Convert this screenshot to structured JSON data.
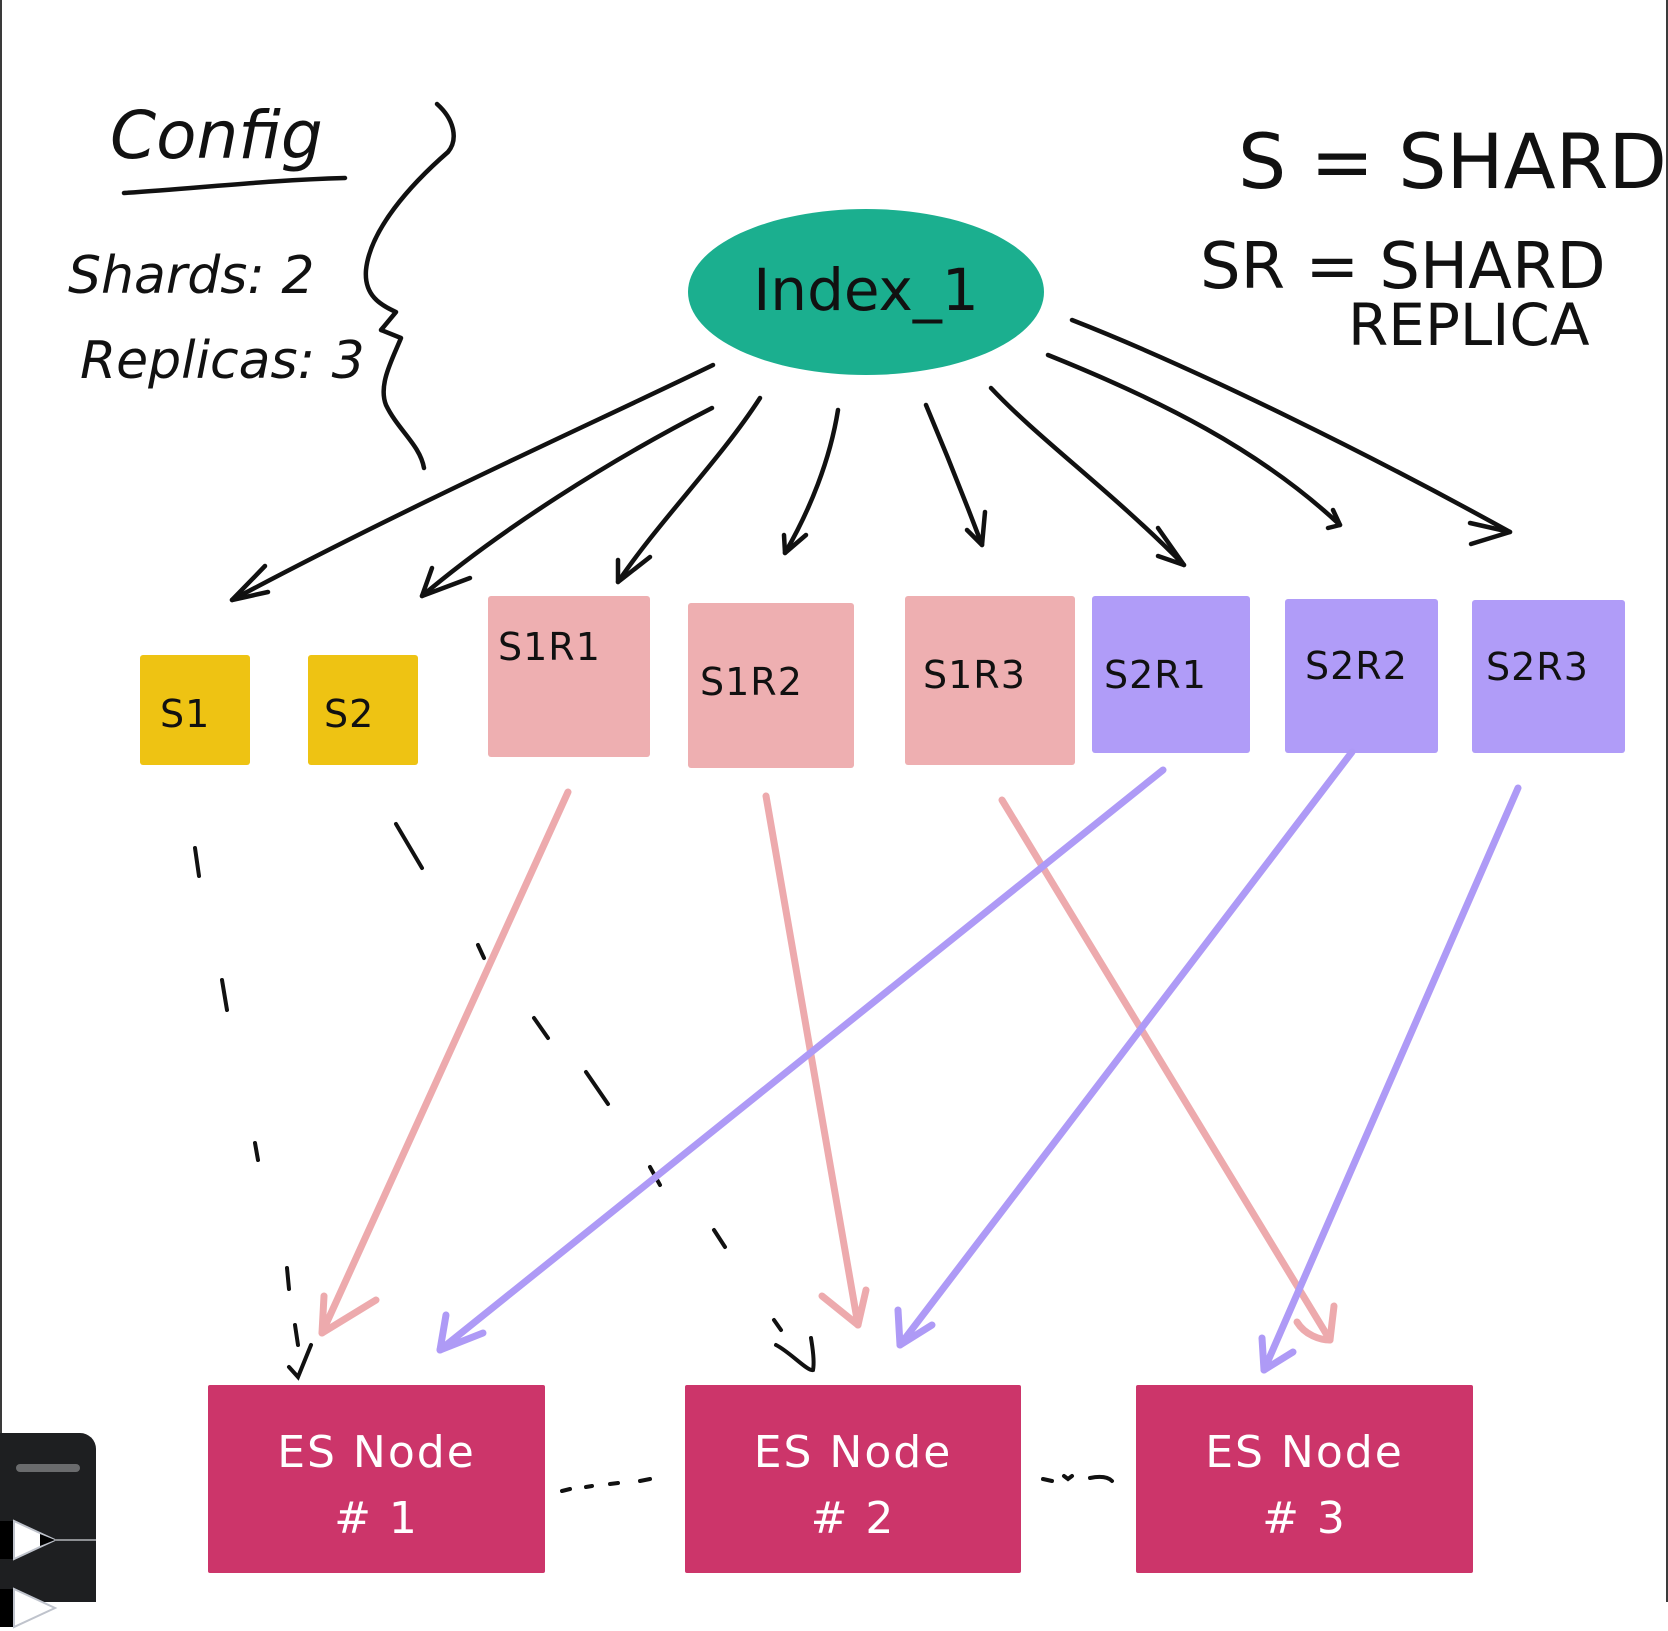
{
  "config": {
    "title": "Config",
    "shards_line": "Shards: 2",
    "replicas_line": "Replicas: 3",
    "shards": 2,
    "replicas": 3
  },
  "index": {
    "label": "Index_1",
    "color": "#1BAF8F"
  },
  "legend": {
    "line1": "S = SHARD",
    "line2a": "SR = SHARD",
    "line2b": "REPLICA"
  },
  "shards": [
    {
      "id": "S1",
      "label": "S1",
      "kind": "primary",
      "color": "#EEC313"
    },
    {
      "id": "S2",
      "label": "S2",
      "kind": "primary",
      "color": "#EEC313"
    },
    {
      "id": "S1R1",
      "label": "S1R1",
      "kind": "replica",
      "color": "#EEAFB1"
    },
    {
      "id": "S1R2",
      "label": "S1R2",
      "kind": "replica",
      "color": "#EEAFB1"
    },
    {
      "id": "S1R3",
      "label": "S1R3",
      "kind": "replica",
      "color": "#EEAFB1"
    },
    {
      "id": "S2R1",
      "label": "S2R1",
      "kind": "replica",
      "color": "#B09CF8"
    },
    {
      "id": "S2R2",
      "label": "S2R2",
      "kind": "replica",
      "color": "#B09CF8"
    },
    {
      "id": "S2R3",
      "label": "S2R3",
      "kind": "replica",
      "color": "#B09CF8"
    }
  ],
  "nodes": [
    {
      "id": "node1",
      "line1": "ES Node",
      "line2": "# 1",
      "color": "#CC356A"
    },
    {
      "id": "node2",
      "line1": "ES Node",
      "line2": "# 2",
      "color": "#CC356A"
    },
    {
      "id": "node3",
      "line1": "ES Node",
      "line2": "# 3",
      "color": "#CC356A"
    }
  ],
  "node_separator": "- - - -",
  "assignments": [
    {
      "from": "S1",
      "to": "node1",
      "style": "dashed"
    },
    {
      "from": "S2",
      "to": "node2",
      "style": "dashed"
    },
    {
      "from": "S1R1",
      "to": "node1",
      "style": "pink"
    },
    {
      "from": "S1R2",
      "to": "node2",
      "style": "pink"
    },
    {
      "from": "S1R3",
      "to": "node3",
      "style": "pink"
    },
    {
      "from": "S2R1",
      "to": "node1",
      "style": "purple"
    },
    {
      "from": "S2R2",
      "to": "node2",
      "style": "purple"
    },
    {
      "from": "S2R3",
      "to": "node3",
      "style": "purple"
    }
  ],
  "toolbar": {
    "tool": "pencil-tool"
  }
}
